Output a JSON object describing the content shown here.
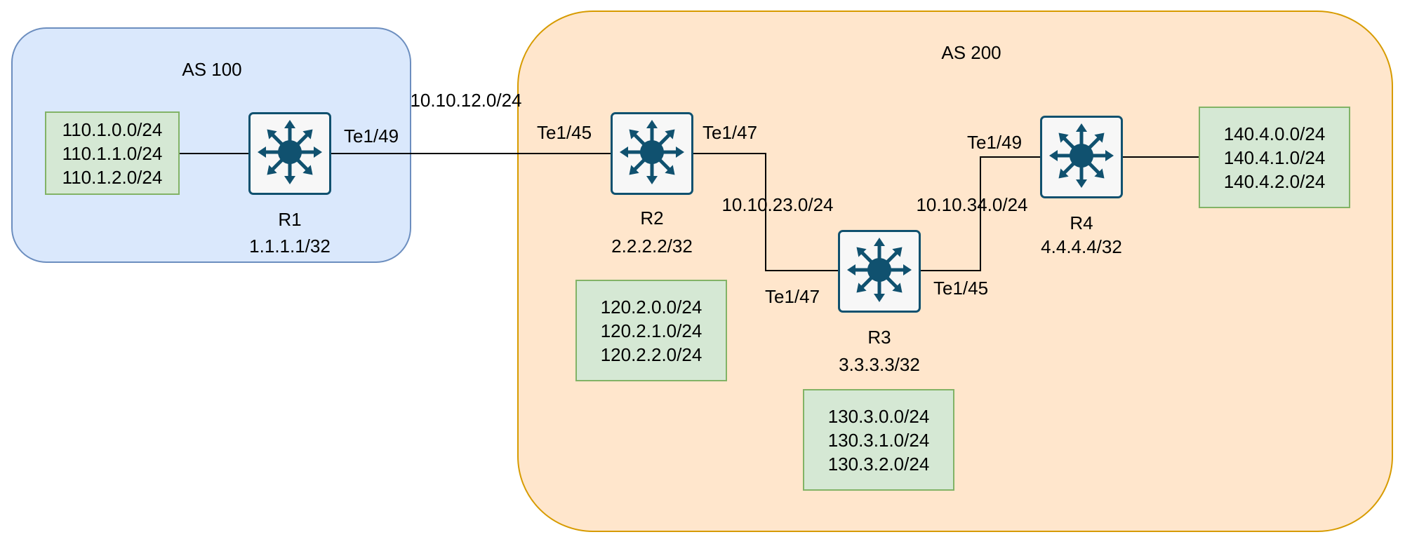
{
  "colors": {
    "as100_fill": "#dae8fc",
    "as100_border": "#6c8ebf",
    "as200_fill": "#ffe6cc",
    "as200_border": "#d79b00",
    "network_fill": "#d5e8d4",
    "network_border": "#82b366",
    "router_icon": "#10516f",
    "link": "#000000"
  },
  "autonomous_systems": [
    {
      "label": "AS 100"
    },
    {
      "label": "AS 200"
    }
  ],
  "routers": [
    {
      "name": "R1",
      "loopback": "1.1.1.1/32",
      "icon": "router-icon"
    },
    {
      "name": "R2",
      "loopback": "2.2.2.2/32",
      "icon": "router-icon"
    },
    {
      "name": "R3",
      "loopback": "3.3.3.3/32",
      "icon": "router-icon"
    },
    {
      "name": "R4",
      "loopback": "4.4.4.4/32",
      "icon": "router-icon"
    }
  ],
  "networks": [
    {
      "router": "R1",
      "prefixes": [
        "110.1.0.0/24",
        "110.1.1.0/24",
        "110.1.2.0/24"
      ]
    },
    {
      "router": "R2",
      "prefixes": [
        "120.2.0.0/24",
        "120.2.1.0/24",
        "120.2.2.0/24"
      ]
    },
    {
      "router": "R3",
      "prefixes": [
        "130.3.0.0/24",
        "130.3.1.0/24",
        "130.3.2.0/24"
      ]
    },
    {
      "router": "R4",
      "prefixes": [
        "140.4.0.0/24",
        "140.4.1.0/24",
        "140.4.2.0/24"
      ]
    }
  ],
  "links": [
    {
      "subnet": "10.10.12.0/24",
      "a_port": "Te1/49",
      "b_port": "Te1/45"
    },
    {
      "subnet": "10.10.23.0/24",
      "a_port": "Te1/47",
      "b_port": "Te1/47"
    },
    {
      "subnet": "10.10.34.0/24",
      "a_port": "Te1/45",
      "b_port": "Te1/49"
    }
  ]
}
